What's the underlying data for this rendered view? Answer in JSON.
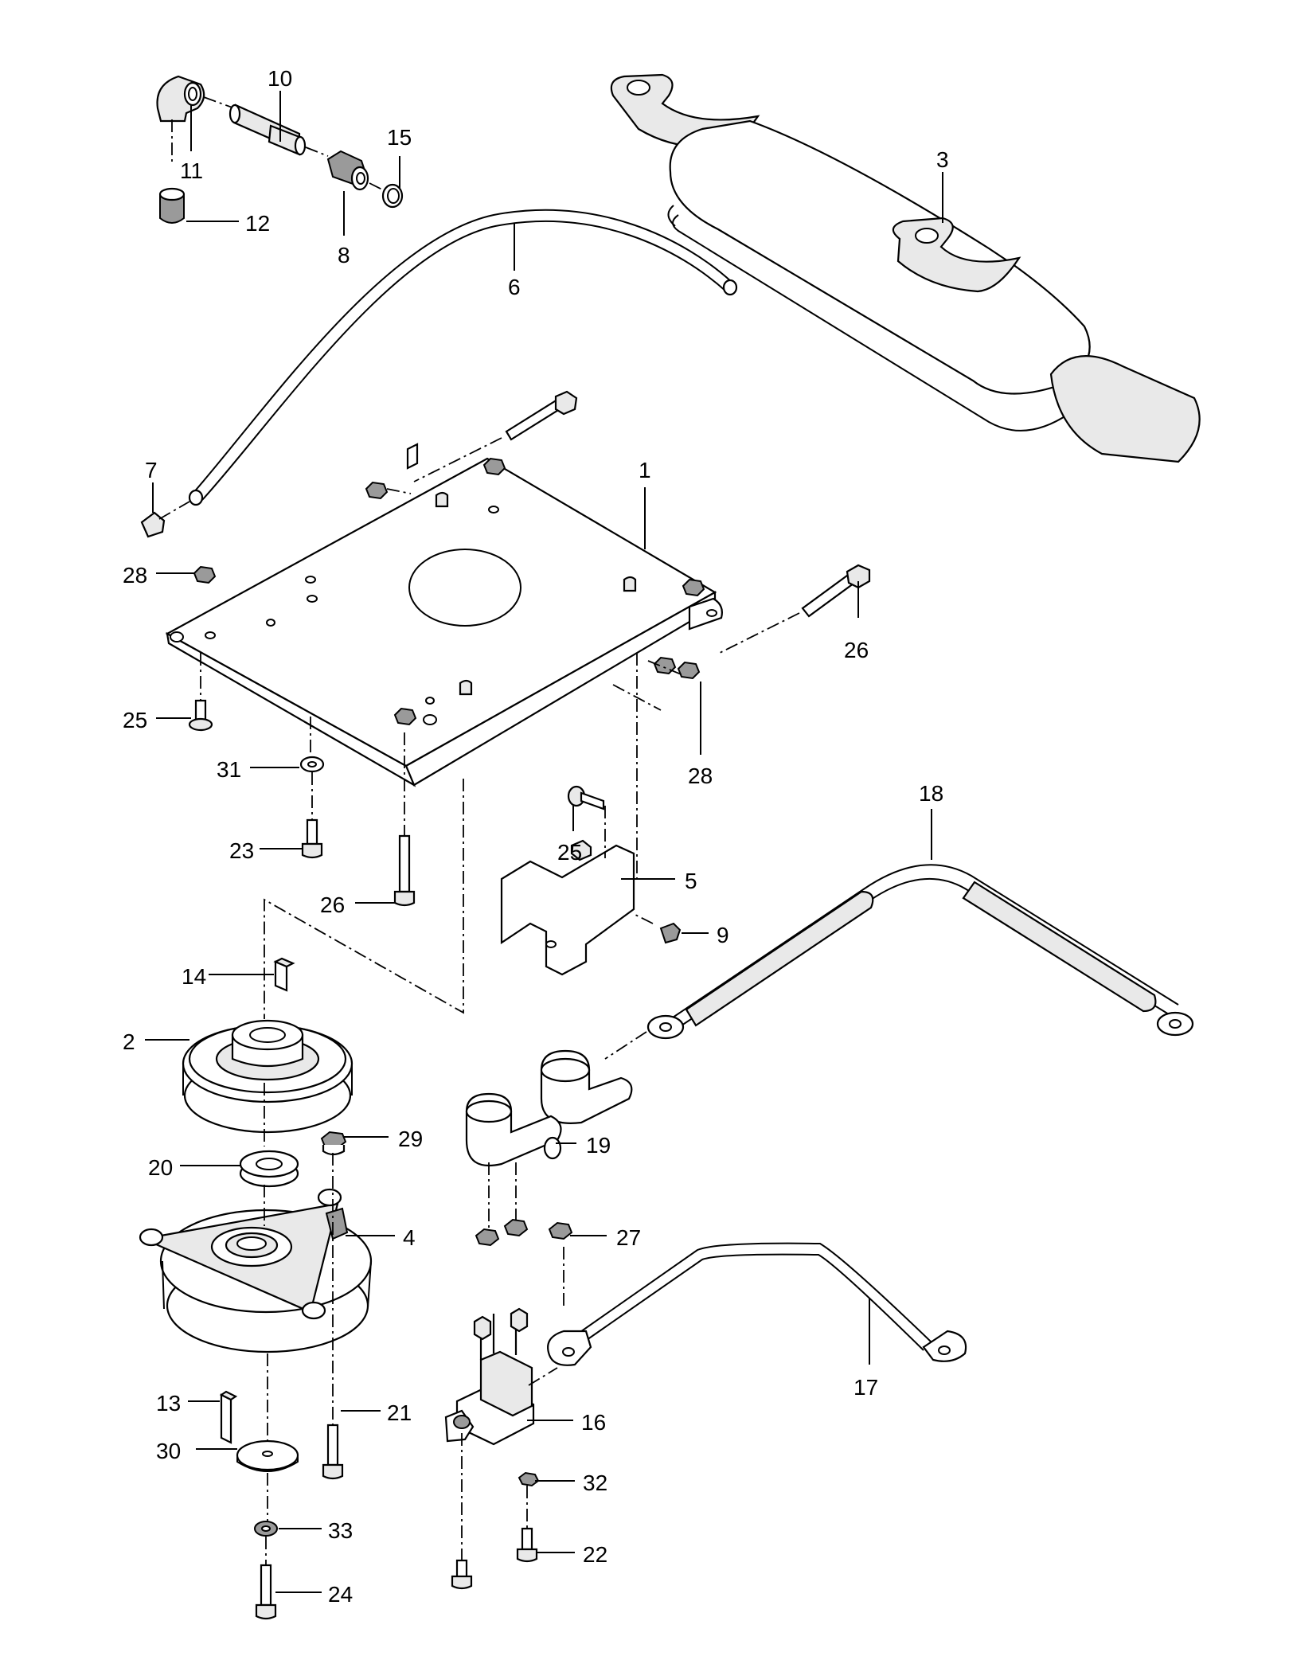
{
  "labels": {
    "p1": "1",
    "p2": "2",
    "p3": "3",
    "p4": "4",
    "p5": "5",
    "p6": "6",
    "p7": "7",
    "p8": "8",
    "p9": "9",
    "p10": "10",
    "p11": "11",
    "p12": "12",
    "p13": "13",
    "p14": "14",
    "p15": "15",
    "p16": "16",
    "p17": "17",
    "p18": "18",
    "p19": "19",
    "p20": "20",
    "p21": "21",
    "p22": "22",
    "p23": "23",
    "p24": "24",
    "p25a": "25",
    "p25b": "25",
    "p25c": "25",
    "p26a": "26",
    "p26b": "26",
    "p27": "27",
    "p28a": "28",
    "p28b": "28",
    "p29": "29",
    "p30": "30",
    "p31": "31",
    "p32": "32",
    "p33": "33"
  }
}
